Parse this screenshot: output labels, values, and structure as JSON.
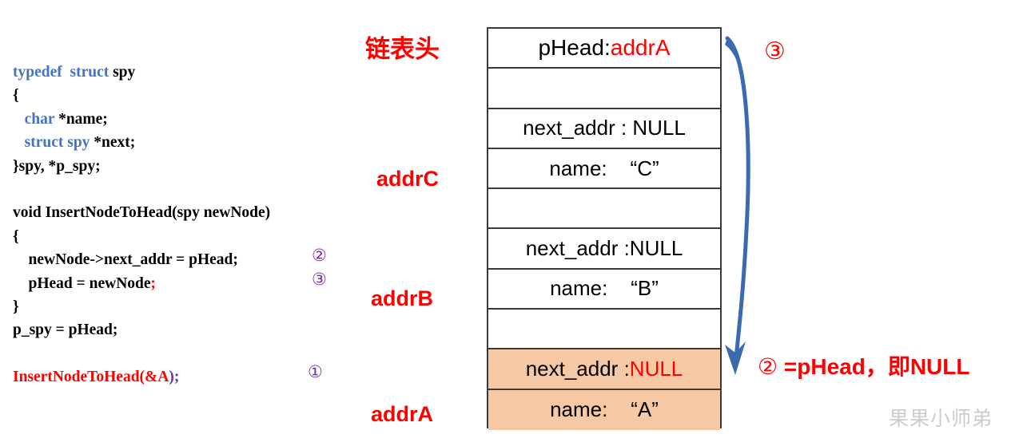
{
  "code": {
    "lines": [
      [
        {
          "t": "typedef  struct ",
          "c": "kw"
        },
        {
          "t": "spy",
          "c": "plain"
        }
      ],
      [
        {
          "t": "{",
          "c": "plain"
        }
      ],
      [
        {
          "t": "   ",
          "c": "plain"
        },
        {
          "t": "char ",
          "c": "kw"
        },
        {
          "t": "*name;",
          "c": "plain"
        }
      ],
      [
        {
          "t": "   ",
          "c": "plain"
        },
        {
          "t": "struct spy ",
          "c": "kw"
        },
        {
          "t": "*next;",
          "c": "plain"
        }
      ],
      [
        {
          "t": "}spy, *p_spy;",
          "c": "plain"
        }
      ],
      [
        {
          "t": "",
          "c": "plain"
        }
      ],
      [
        {
          "t": "void InsertNodeToHead(spy newNode)",
          "c": "plain"
        }
      ],
      [
        {
          "t": "{",
          "c": "plain"
        }
      ],
      [
        {
          "t": "    newNode->next_addr = pHead;",
          "c": "plain"
        }
      ],
      [
        {
          "t": "    pHead = newNode",
          "c": "plain"
        },
        {
          "t": ";",
          "c": "red"
        }
      ],
      [
        {
          "t": "}",
          "c": "plain"
        }
      ],
      [
        {
          "t": "p_spy = pHead;",
          "c": "plain"
        }
      ],
      [
        {
          "t": "",
          "c": "plain"
        }
      ],
      [
        {
          "t": "InsertNodeToHead(&A",
          "c": "red"
        },
        {
          "t": ");",
          "c": "pur"
        }
      ]
    ],
    "markers": {
      "step2": "②",
      "step3": "③",
      "step1": "①"
    }
  },
  "memory_table": {
    "rows": [
      {
        "name": "phead-row",
        "parts": [
          {
            "t": "pHead:",
            "c": "plain"
          },
          {
            "t": "addrA",
            "c": "red"
          }
        ],
        "highlight": false,
        "font": 28
      },
      {
        "name": "spacer-row-1",
        "parts": [],
        "highlight": false,
        "font": 25
      },
      {
        "name": "node-c-next",
        "parts": [
          {
            "t": "next_addr : NULL",
            "c": "plain"
          }
        ],
        "highlight": false,
        "font": 26
      },
      {
        "name": "node-c-name",
        "parts": [
          {
            "t": "name:    “C”",
            "c": "plain"
          }
        ],
        "highlight": false,
        "font": 26
      },
      {
        "name": "spacer-row-2",
        "parts": [],
        "highlight": false,
        "font": 25
      },
      {
        "name": "node-b-next",
        "parts": [
          {
            "t": "next_addr :NULL",
            "c": "plain"
          }
        ],
        "highlight": false,
        "font": 26
      },
      {
        "name": "node-b-name",
        "parts": [
          {
            "t": "name:    “B”",
            "c": "plain"
          }
        ],
        "highlight": false,
        "font": 26
      },
      {
        "name": "spacer-row-3",
        "parts": [],
        "highlight": false,
        "font": 25
      },
      {
        "name": "node-a-next",
        "parts": [
          {
            "t": "next_addr :",
            "c": "plain"
          },
          {
            "t": "NULL",
            "c": "red"
          }
        ],
        "highlight": true,
        "font": 26
      },
      {
        "name": "node-a-name",
        "parts": [
          {
            "t": "name:    “A”",
            "c": "plain"
          }
        ],
        "highlight": true,
        "font": 26
      }
    ]
  },
  "labels": {
    "list_head": "链表头",
    "addr_c": "addrC",
    "addr_b": "addrB",
    "addr_a": "addrA"
  },
  "notes": {
    "step3_marker": "③",
    "step2_text": "② =pHead，即NULL",
    "step2_circle": "②",
    "step2_rest": " =pHead，即NULL"
  },
  "watermark": "果果小师弟",
  "colors": {
    "keyword_blue": "#4472C4",
    "red": "#FF0000",
    "purple": "#7030A0",
    "highlight_peach": "#F6C9A4",
    "arrow_blue": "#3B6BAF",
    "border": "#3A3A3A",
    "watermark_gray": "#CCCCCC"
  }
}
